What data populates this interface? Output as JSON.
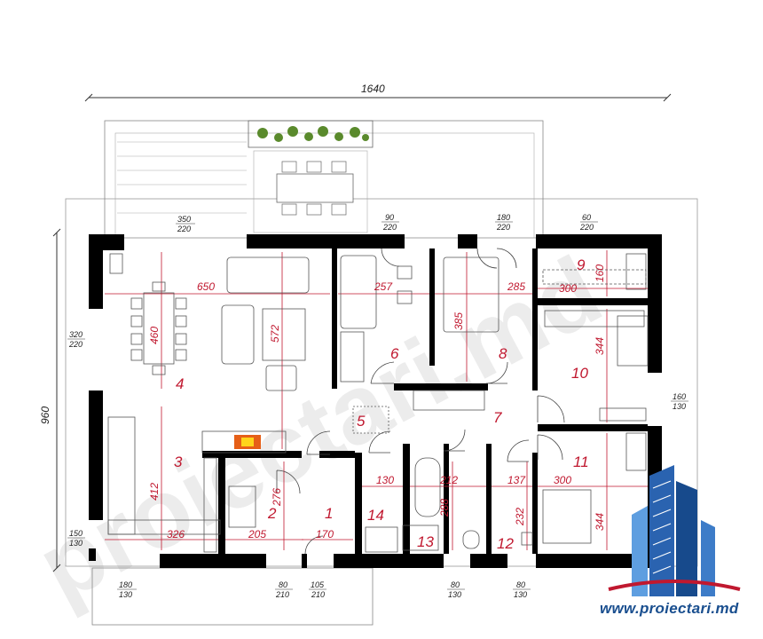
{
  "overall": {
    "width": "1640",
    "height": "960"
  },
  "openings": [
    {
      "key": "o1",
      "top": "350",
      "bottom": "220"
    },
    {
      "key": "o2",
      "top": "90",
      "bottom": "220"
    },
    {
      "key": "o3",
      "top": "180",
      "bottom": "220"
    },
    {
      "key": "o4",
      "top": "60",
      "bottom": "220"
    },
    {
      "key": "o5",
      "top": "320",
      "bottom": "220"
    },
    {
      "key": "o6",
      "top": "160",
      "bottom": "130"
    },
    {
      "key": "o7",
      "top": "150",
      "bottom": "130"
    },
    {
      "key": "o8",
      "top": "180",
      "bottom": "130"
    },
    {
      "key": "o9",
      "top": "80",
      "bottom": "210"
    },
    {
      "key": "o10",
      "top": "105",
      "bottom": "210"
    },
    {
      "key": "o11",
      "top": "80",
      "bottom": "130"
    },
    {
      "key": "o12",
      "top": "80",
      "bottom": "130"
    }
  ],
  "rooms": [
    "1",
    "2",
    "3",
    "4",
    "5",
    "6",
    "7",
    "8",
    "9",
    "10",
    "11",
    "12",
    "13",
    "14"
  ],
  "room_dims": [
    "650",
    "460",
    "572",
    "257",
    "385",
    "285",
    "300",
    "160",
    "344",
    "412",
    "276",
    "326",
    "205",
    "170",
    "130",
    "212",
    "288",
    "137",
    "232",
    "300",
    "344"
  ],
  "watermark": "proiectari.md",
  "brand": {
    "url": "www.proiectari.md",
    "primary": "#1a4f8f",
    "accent": "#c0182f"
  }
}
